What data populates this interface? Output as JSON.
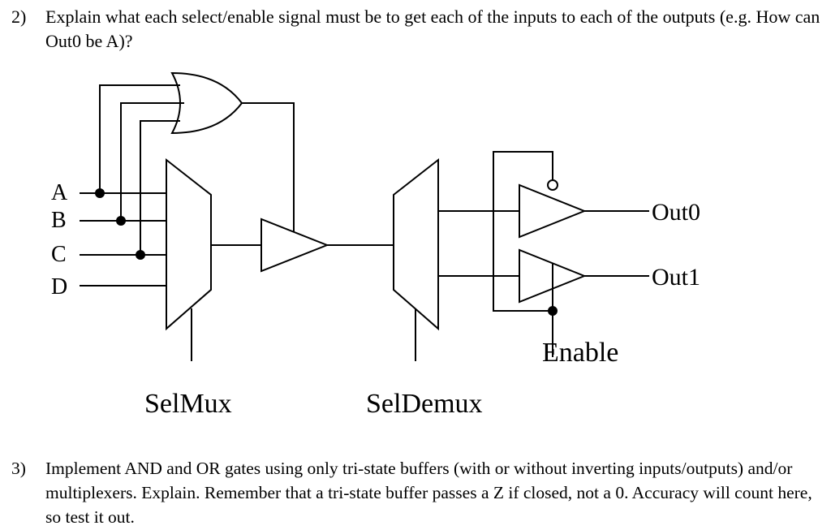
{
  "question2": {
    "number": "2)",
    "text": "Explain what each select/enable signal must be to get each of the inputs to each of the outputs (e.g. How can Out0 be A)?"
  },
  "diagram": {
    "inputs": [
      "A",
      "B",
      "C",
      "D"
    ],
    "outputs": [
      "Out0",
      "Out1"
    ],
    "enable_label": "Enable",
    "selmux_label": "SelMux",
    "seldemux_label": "SelDemux"
  },
  "question3": {
    "number": "3)",
    "text": "Implement AND and OR gates using only tri-state buffers (with or without inverting inputs/outputs) and/or multiplexers. Explain. Remember that a tri-state buffer passes a Z if closed, not a 0. Accuracy will count here, so test it out."
  }
}
